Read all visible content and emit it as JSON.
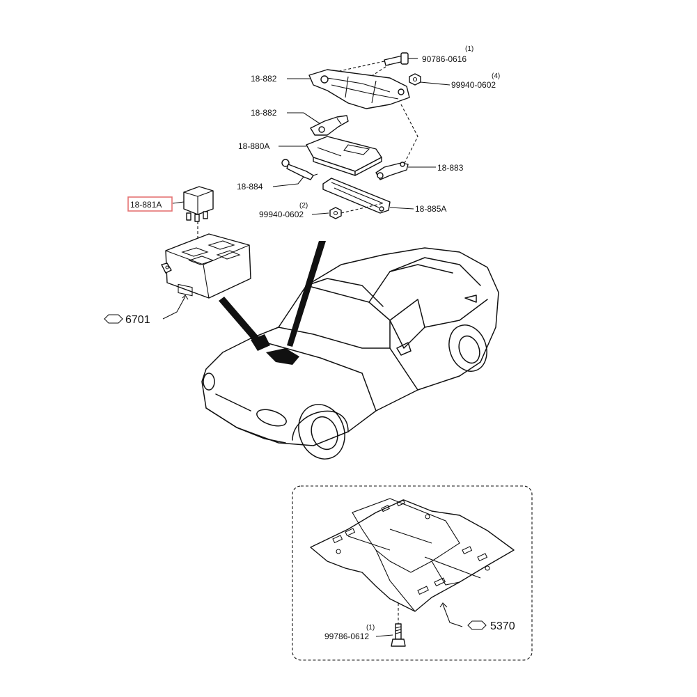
{
  "theme": {
    "highlight_color": "#e57373",
    "ink": "#111111",
    "background": "#ffffff"
  },
  "labels": {
    "callout_18_882_top": "18-882",
    "callout_18_882_mid": "18-882",
    "callout_18_880a": "18-880A",
    "callout_18_884": "18-884",
    "callout_18_883": "18-883",
    "callout_18_885a": "18-885A",
    "callout_18_881a": "18-881A",
    "bolt_90786_0616": "90786-0616",
    "bolt_90786_qty": "(1)",
    "nut_99940_0602_top": "99940-0602",
    "nut_99940_top_qty": "(4)",
    "nut_99940_0602_mid": "99940-0602",
    "nut_99940_mid_qty": "(2)",
    "ref_6701": "6701",
    "ref_5370": "5370",
    "bolt_99786_0612": "99786-0612",
    "bolt_99786_qty": "(1)"
  }
}
